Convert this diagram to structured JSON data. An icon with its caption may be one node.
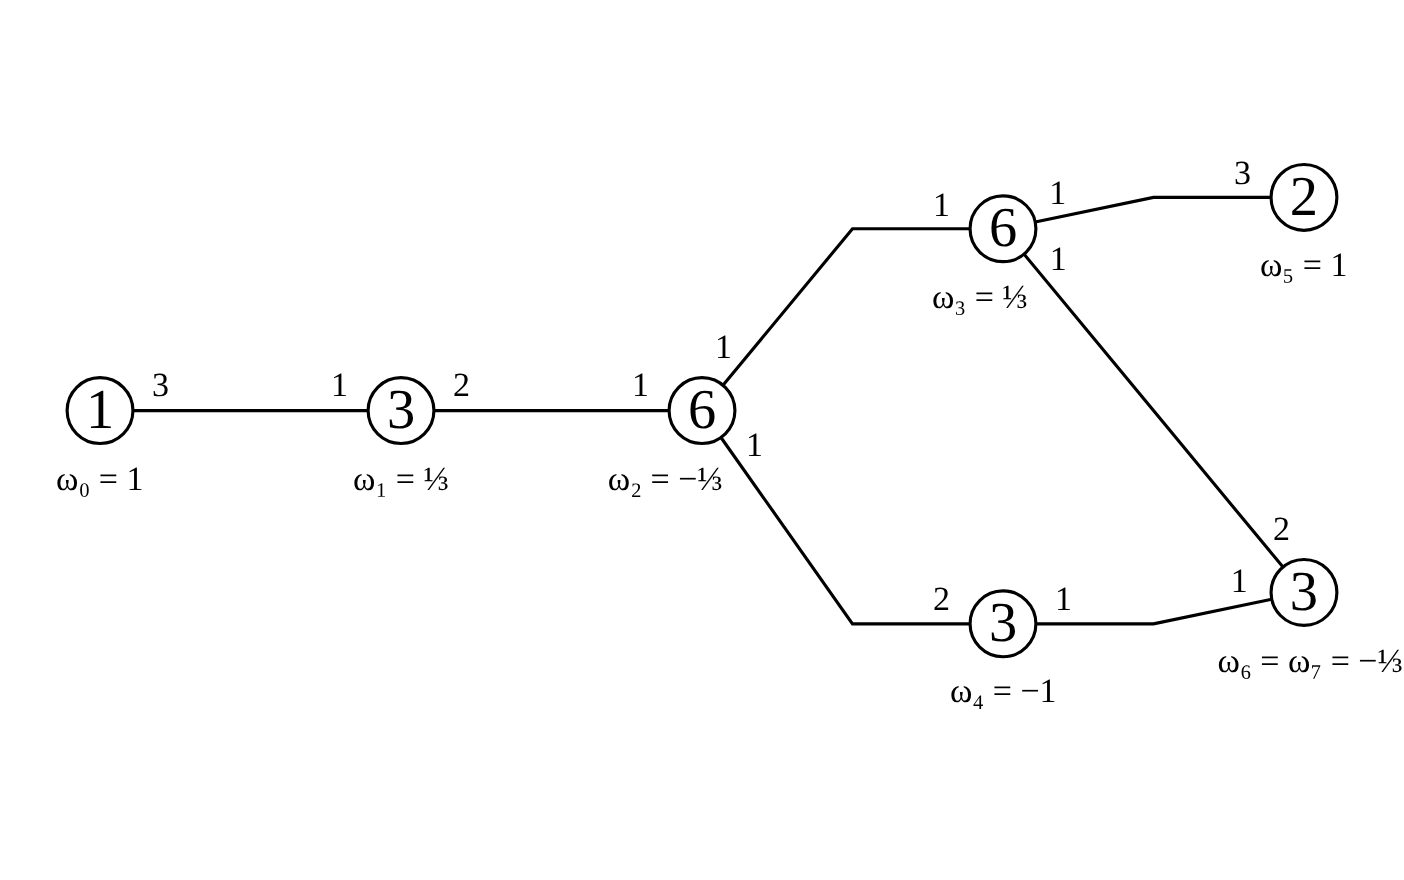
{
  "diagram": {
    "nodes": [
      {
        "text": [
          "1"
        ],
        "beside": [
          "ω₀ = 1"
        ]
      },
      {
        "text": [
          "3"
        ],
        "beside": [
          "ω₁ = ⅓"
        ]
      },
      {
        "text": [
          "6"
        ],
        "beside": [
          "ω₂ = −⅓"
        ]
      },
      {
        "text": [
          "6"
        ],
        "beside": [
          "ω₃ = ⅓"
        ]
      },
      {
        "text": [
          "3"
        ],
        "beside": [
          "ω₄ = −1"
        ]
      },
      {
        "text": [
          "2"
        ],
        "beside": [
          "ω₅ = 1"
        ]
      },
      {
        "text": [
          "3"
        ],
        "beside": [
          "ω₆ = ω₇ = −⅓"
        ]
      }
    ],
    "edges": [
      {
        "from": 0,
        "to": 1,
        "arrow": "none"
      },
      {
        "from": 1,
        "to": 2,
        "arrow": "none"
      },
      {
        "from": 2,
        "to": 3,
        "arrow": "none"
      },
      {
        "from": 2,
        "to": 4,
        "arrow": "none"
      },
      {
        "from": 3,
        "to": 5,
        "arrow": "none"
      },
      {
        "from": 3,
        "to": 6,
        "arrow": "none"
      },
      {
        "from": 4,
        "to": 6,
        "arrow": "none"
      }
    ],
    "labels": [
      "3",
      "1",
      "2",
      "1",
      "1",
      "1",
      "1",
      "2",
      "1",
      "3",
      "1",
      "2",
      "1",
      "1"
    ]
  }
}
